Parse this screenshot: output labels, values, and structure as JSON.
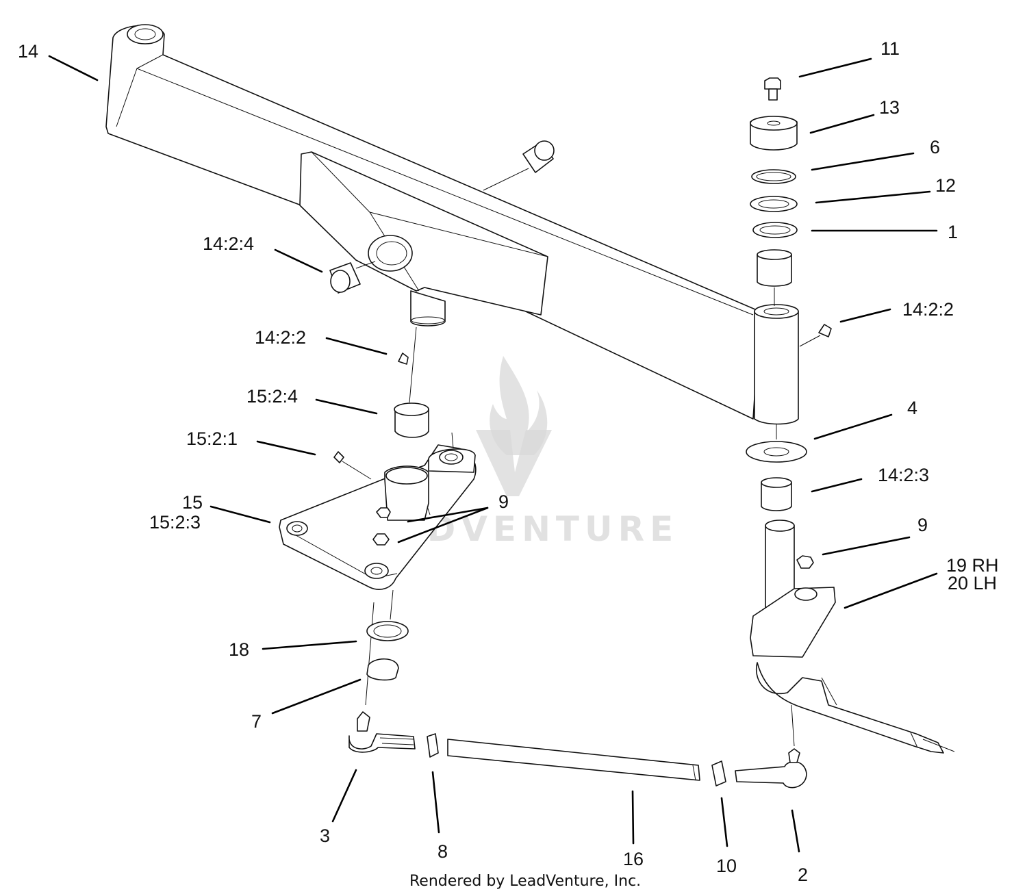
{
  "callouts": {
    "c14_top": "14",
    "c11": "11",
    "c13": "13",
    "c6": "6",
    "c12": "12",
    "c1": "1",
    "c14_2_4": "14:2:4",
    "c14_2_2_right": "14:2:2",
    "c14_2_2_left": "14:2:2",
    "c15_2_4": "15:2:4",
    "c4": "4",
    "c15_2_1": "15:2:1",
    "c14_2_3": "14:2:3",
    "c15": "15",
    "c15_2_3": "15:2:3",
    "c9_center": "9",
    "c9_right": "9",
    "c19rh": "19 RH",
    "c20lh": "20 LH",
    "c18": "18",
    "c7": "7",
    "c3": "3",
    "c8": "8",
    "c16": "16",
    "c10": "10",
    "c2": "2"
  },
  "footer": "Rendered by LeadVenture, Inc.",
  "watermark": {
    "logo_text": "LEADVENTURE",
    "color": "#d8d8d8"
  },
  "colors": {
    "line": "#111111",
    "background": "#ffffff"
  }
}
